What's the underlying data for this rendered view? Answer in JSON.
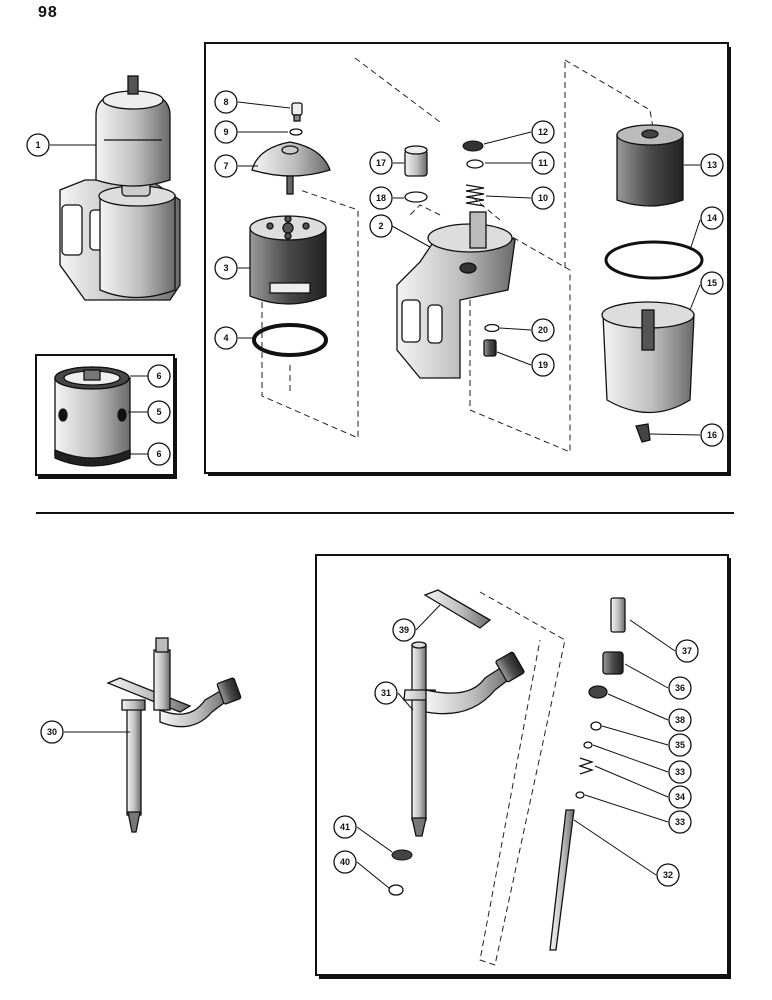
{
  "page": {
    "number": "98"
  },
  "callouts": {
    "c1": "1",
    "c2": "2",
    "c3": "3",
    "c4": "4",
    "c5": "5",
    "c6a": "6",
    "c6b": "6",
    "c7": "7",
    "c8": "8",
    "c9": "9",
    "c10": "10",
    "c11": "11",
    "c12": "12",
    "c13": "13",
    "c14": "14",
    "c15": "15",
    "c16": "16",
    "c17": "17",
    "c18": "18",
    "c19": "19",
    "c20": "20",
    "c30": "30",
    "c31": "31",
    "c32": "32",
    "c33a": "33",
    "c33b": "33",
    "c34": "34",
    "c35": "35",
    "c36": "36",
    "c37": "37",
    "c38": "38",
    "c39": "39",
    "c40": "40",
    "c41": "41"
  }
}
